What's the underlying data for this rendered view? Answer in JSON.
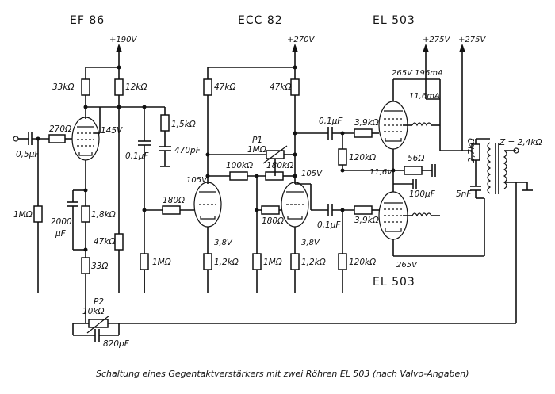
{
  "tubes": {
    "ef86": "EF 86",
    "ecc82": "ECC 82",
    "el503_top": "EL 503",
    "el503_bottom": "EL 503"
  },
  "supply": {
    "v190": "+190V",
    "v270": "+270V",
    "v275a": "+275V",
    "v275b": "+275V"
  },
  "labels": {
    "r33k": "33kΩ",
    "r12k": "12kΩ",
    "r15k": "1,5kΩ",
    "c470p": "470pF",
    "c01u_a": "0,1µF",
    "v145": "145V",
    "r270": "270Ω",
    "c05u": "0,5µF",
    "r1m_in": "1MΩ",
    "c2000": "2000",
    "c2000_unit": "µF",
    "r18k": "1,8kΩ",
    "r47k_a": "47kΩ",
    "r33": "33Ω",
    "r1m_b": "1MΩ",
    "p2": "P2",
    "p2_val": "10kΩ",
    "c820p": "820pF",
    "r47k_b": "47kΩ",
    "r47k_c": "47kΩ",
    "p1": "P1",
    "p1_val": "1MΩ",
    "r100k": "100kΩ",
    "r180k": "180kΩ",
    "v105_a": "105V",
    "v105_b": "105V",
    "r180_a": "180Ω",
    "r180_b": "180Ω",
    "v38_a": "3,8V",
    "v38_b": "3,8V",
    "r12k_a": "1,2kΩ",
    "r12k_b": "1,2kΩ",
    "r1m_c": "1MΩ",
    "c01u_b": "0,1µF",
    "c01u_c": "0,1µF",
    "r39k_a": "3,9kΩ",
    "r39k_b": "3,9kΩ",
    "r120k_a": "120kΩ",
    "r120k_b": "120kΩ",
    "v265_top": "265V 196mA",
    "i116": "11,6mA",
    "r56": "56Ω",
    "v116": "11,6V",
    "c100u": "100µF",
    "v265_bot": "265V",
    "r27k": "2,7kΩ",
    "c5n": "5nF",
    "z": "Z = 2,4kΩ"
  },
  "caption": "Schaltung eines Gegentaktverstärkers mit zwei Röhren EL 503 (nach Valvo-Angaben)"
}
